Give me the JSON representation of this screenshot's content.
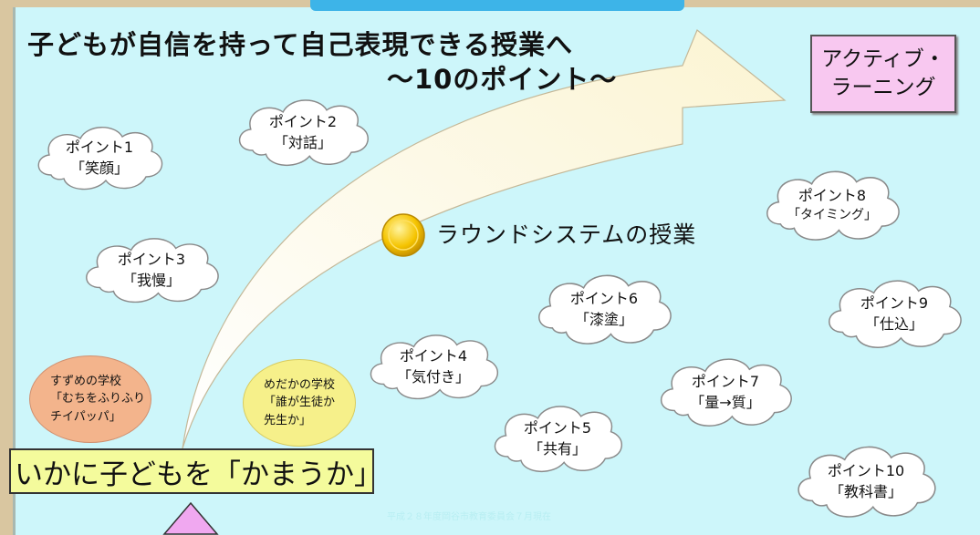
{
  "title": {
    "line1": "子どもが自信を持って自己表現できる授業へ",
    "line2": "～10のポイント～"
  },
  "goal": {
    "line1": "アクティブ・",
    "line2": "ラーニング"
  },
  "arrow_label": "ラウンドシステムの授業",
  "points": [
    {
      "label": "ポイント1",
      "sub": "「笑顔」"
    },
    {
      "label": "ポイント2",
      "sub": "「対話」"
    },
    {
      "label": "ポイント3",
      "sub": "「我慢」"
    },
    {
      "label": "ポイント4",
      "sub": "「気付き」"
    },
    {
      "label": "ポイント5",
      "sub": "「共有」"
    },
    {
      "label": "ポイント6",
      "sub": "「漆塗」"
    },
    {
      "label": "ポイント7",
      "sub": "「量→質」"
    },
    {
      "label": "ポイント8",
      "sub": "「タイミング」"
    },
    {
      "label": "ポイント9",
      "sub": "「仕込」"
    },
    {
      "label": "ポイント10",
      "sub": "「教科書」"
    }
  ],
  "schools": {
    "suzume": {
      "title": "すずめの学校",
      "line1": "「むちをふりふり",
      "line2": "チイパッパ」"
    },
    "medaka": {
      "title": "めだかの学校",
      "line1": "「誰が生徒か",
      "line2": "先生か」"
    }
  },
  "key_phrase": "いかに子どもを「かまうか」",
  "footer": "平成２８年度岡谷市教育委員会７月現在",
  "colors": {
    "background": "#cdf6fa",
    "goal_box": "#f8c8f0",
    "key_box": "#f4fb9c",
    "suzume": "#f3b48c",
    "medaka": "#f6f08a",
    "arrow_fill": "#fdf8dc",
    "triangle": "#f0a8f0",
    "coin": "#f5c400"
  }
}
